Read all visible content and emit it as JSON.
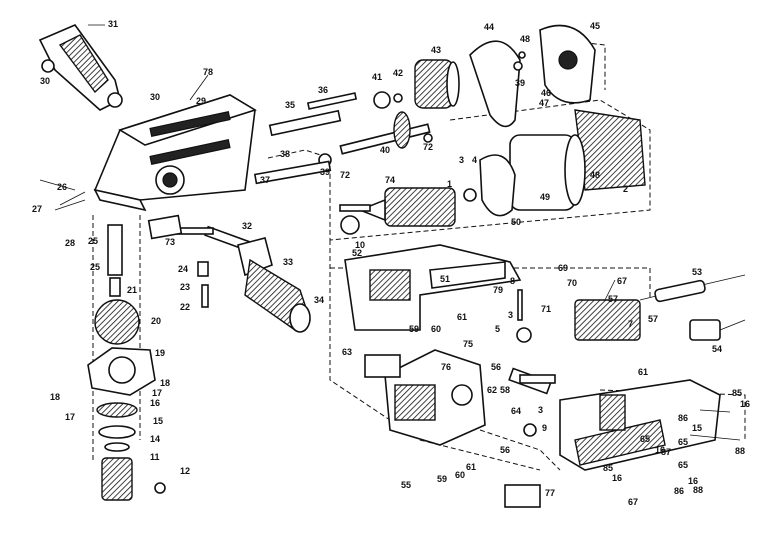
{
  "diagram": {
    "labels": [
      {
        "id": "l31",
        "text": "31"
      },
      {
        "id": "l30a",
        "text": "30"
      },
      {
        "id": "l30b",
        "text": "30"
      },
      {
        "id": "l78",
        "text": "78"
      },
      {
        "id": "l29",
        "text": "29"
      },
      {
        "id": "l35",
        "text": "35"
      },
      {
        "id": "l36",
        "text": "36"
      },
      {
        "id": "l41",
        "text": "41"
      },
      {
        "id": "l42",
        "text": "42"
      },
      {
        "id": "l43",
        "text": "43"
      },
      {
        "id": "l44",
        "text": "44"
      },
      {
        "id": "l48",
        "text": "48"
      },
      {
        "id": "l45",
        "text": "45"
      },
      {
        "id": "l39a",
        "text": "39"
      },
      {
        "id": "l47",
        "text": "47"
      },
      {
        "id": "l46",
        "text": "46"
      },
      {
        "id": "l38",
        "text": "38"
      },
      {
        "id": "l37",
        "text": "37"
      },
      {
        "id": "l39b",
        "text": "39"
      },
      {
        "id": "l72a",
        "text": "72"
      },
      {
        "id": "l40",
        "text": "40"
      },
      {
        "id": "l72b",
        "text": "72"
      },
      {
        "id": "l3a",
        "text": "3"
      },
      {
        "id": "l74",
        "text": "74"
      },
      {
        "id": "l4",
        "text": "4"
      },
      {
        "id": "l1",
        "text": "1"
      },
      {
        "id": "l49",
        "text": "49"
      },
      {
        "id": "l48b",
        "text": "48"
      },
      {
        "id": "l2",
        "text": "2"
      },
      {
        "id": "l26",
        "text": "26"
      },
      {
        "id": "l27",
        "text": "27"
      },
      {
        "id": "l28",
        "text": "28"
      },
      {
        "id": "l25a",
        "text": "25"
      },
      {
        "id": "l73",
        "text": "73"
      },
      {
        "id": "l32",
        "text": "32"
      },
      {
        "id": "l10",
        "text": "10"
      },
      {
        "id": "l50",
        "text": "50"
      },
      {
        "id": "l52",
        "text": "52"
      },
      {
        "id": "l25",
        "text": "25"
      },
      {
        "id": "l24",
        "text": "24"
      },
      {
        "id": "l33",
        "text": "33"
      },
      {
        "id": "l69",
        "text": "69"
      },
      {
        "id": "l53",
        "text": "53"
      },
      {
        "id": "l23",
        "text": "23"
      },
      {
        "id": "l21",
        "text": "21"
      },
      {
        "id": "l22",
        "text": "22"
      },
      {
        "id": "l34",
        "text": "34"
      },
      {
        "id": "l51",
        "text": "51"
      },
      {
        "id": "l79",
        "text": "79"
      },
      {
        "id": "l8",
        "text": "8"
      },
      {
        "id": "l70",
        "text": "70"
      },
      {
        "id": "l67",
        "text": "67"
      },
      {
        "id": "l71",
        "text": "71"
      },
      {
        "id": "l57a",
        "text": "57"
      },
      {
        "id": "l20",
        "text": "20"
      },
      {
        "id": "l3b",
        "text": "3"
      },
      {
        "id": "l61a",
        "text": "61"
      },
      {
        "id": "l59a",
        "text": "59"
      },
      {
        "id": "l60a",
        "text": "60"
      },
      {
        "id": "l7",
        "text": "7"
      },
      {
        "id": "l5",
        "text": "5"
      },
      {
        "id": "l57b",
        "text": "57"
      },
      {
        "id": "l54",
        "text": "54"
      },
      {
        "id": "l19",
        "text": "19"
      },
      {
        "id": "l63",
        "text": "63"
      },
      {
        "id": "l75",
        "text": "75"
      },
      {
        "id": "l76",
        "text": "76"
      },
      {
        "id": "l55",
        "text": "55"
      },
      {
        "id": "l56a",
        "text": "56"
      },
      {
        "id": "l58",
        "text": "58"
      },
      {
        "id": "l61b",
        "text": "61"
      },
      {
        "id": "l18a",
        "text": "18"
      },
      {
        "id": "l18b",
        "text": "18"
      },
      {
        "id": "l17a",
        "text": "17"
      },
      {
        "id": "l62",
        "text": "62"
      },
      {
        "id": "l16",
        "text": "16"
      },
      {
        "id": "l17b",
        "text": "17"
      },
      {
        "id": "l64",
        "text": "64"
      },
      {
        "id": "l3c",
        "text": "3"
      },
      {
        "id": "l85a",
        "text": "85"
      },
      {
        "id": "l15",
        "text": "15"
      },
      {
        "id": "l9",
        "text": "9"
      },
      {
        "id": "l16b",
        "text": "16"
      },
      {
        "id": "l86a",
        "text": "86"
      },
      {
        "id": "l15b",
        "text": "15"
      },
      {
        "id": "l14",
        "text": "14"
      },
      {
        "id": "l56b",
        "text": "56"
      },
      {
        "id": "l65a",
        "text": "65"
      },
      {
        "id": "l16c",
        "text": "16"
      },
      {
        "id": "l88a",
        "text": "88"
      },
      {
        "id": "l11",
        "text": "11"
      },
      {
        "id": "l65",
        "text": "65"
      },
      {
        "id": "l87",
        "text": "87"
      },
      {
        "id": "l59b",
        "text": "59"
      },
      {
        "id": "l60b",
        "text": "60"
      },
      {
        "id": "l61c",
        "text": "61"
      },
      {
        "id": "l12",
        "text": "12"
      },
      {
        "id": "l85b",
        "text": "85"
      },
      {
        "id": "l16d",
        "text": "16"
      },
      {
        "id": "l65b",
        "text": "65"
      },
      {
        "id": "l16e",
        "text": "16"
      },
      {
        "id": "l77",
        "text": "77"
      },
      {
        "id": "l86b",
        "text": "86"
      },
      {
        "id": "l67b",
        "text": "67"
      },
      {
        "id": "l88b",
        "text": "88"
      }
    ]
  }
}
